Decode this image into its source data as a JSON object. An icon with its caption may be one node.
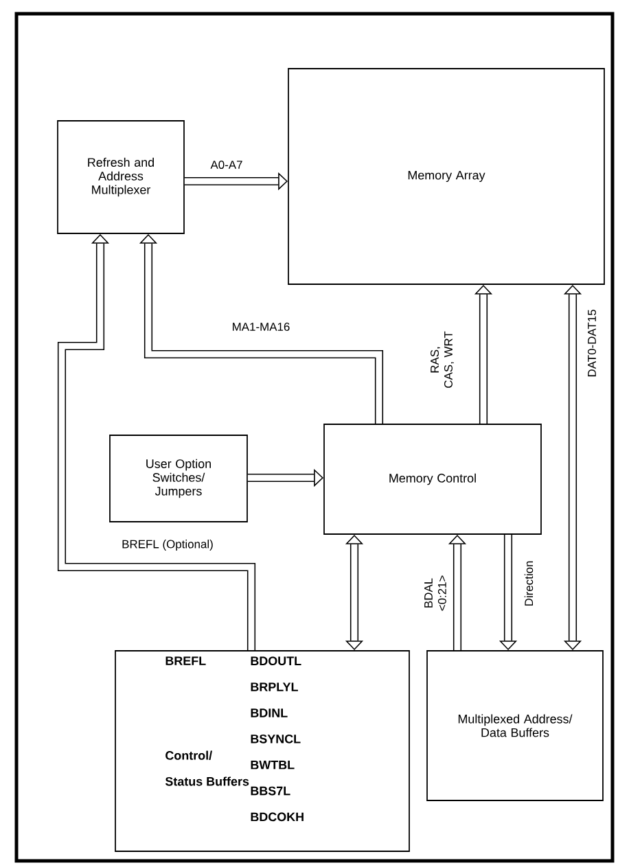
{
  "diagram": {
    "nodes": [
      {
        "text": [
          "Refresh and Address Multiplexer"
        ]
      },
      {
        "text": [
          "Memory Array"
        ]
      },
      {
        "text": [
          "User Option Switches/ Jumpers"
        ]
      },
      {
        "text": [
          "Memory Control"
        ]
      },
      {
        "text": [
          "BREFL",
          "Control/ Status Buffers",
          "BDOUTL",
          "BRPLYL",
          "BDINL",
          "BSYNCL",
          "BWTBL",
          "BBS7L",
          "BDCOKH"
        ]
      },
      {
        "text": [
          "Multiplexed Address/ Data Buffers"
        ]
      }
    ],
    "edges": [
      {
        "from": 0,
        "to": 1,
        "arrow": "to",
        "label": "A0-A7"
      },
      {
        "from": 3,
        "to": 0,
        "arrow": "to",
        "label": "MA1-MA16"
      },
      {
        "from": 4,
        "to": 0,
        "arrow": "to",
        "label": "BREFL (Optional)"
      },
      {
        "from": 2,
        "to": 3,
        "arrow": "to"
      },
      {
        "from": 3,
        "to": 4,
        "arrow": "both"
      },
      {
        "from": 5,
        "to": 3,
        "arrow": "to",
        "label": "BDAL <0:21>"
      },
      {
        "from": 3,
        "to": 5,
        "arrow": "to",
        "label": "Direction"
      },
      {
        "from": 3,
        "to": 1,
        "arrow": "to",
        "label": "RAS, CAS, WRT"
      },
      {
        "from": 1,
        "to": 5,
        "arrow": "both",
        "label": "DAT0-DAT15"
      }
    ]
  }
}
